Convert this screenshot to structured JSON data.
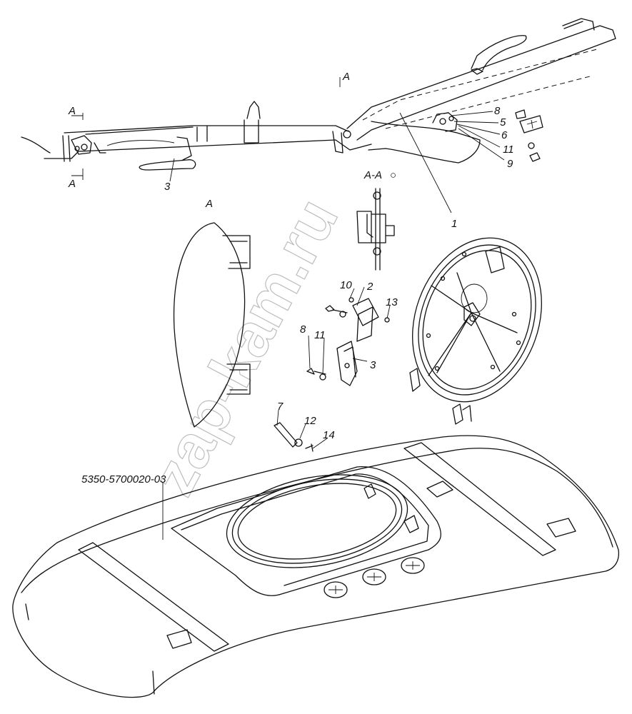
{
  "view_label_a": "A",
  "section_label": "A-A",
  "section_symbol": "○",
  "detail_label": "A",
  "part_number": "5350-5700020-03",
  "watermark": "zap-kam.ru",
  "callouts": {
    "c1": "1",
    "c2": "2",
    "c3_top": "3",
    "c3_mid": "3",
    "c5": "5",
    "c6": "6",
    "c7": "7",
    "c8_top": "8",
    "c8_mid": "8",
    "c9": "9",
    "c10": "10",
    "c11_top": "11",
    "c11_mid": "11",
    "c12": "12",
    "c13": "13",
    "c14": "14"
  }
}
